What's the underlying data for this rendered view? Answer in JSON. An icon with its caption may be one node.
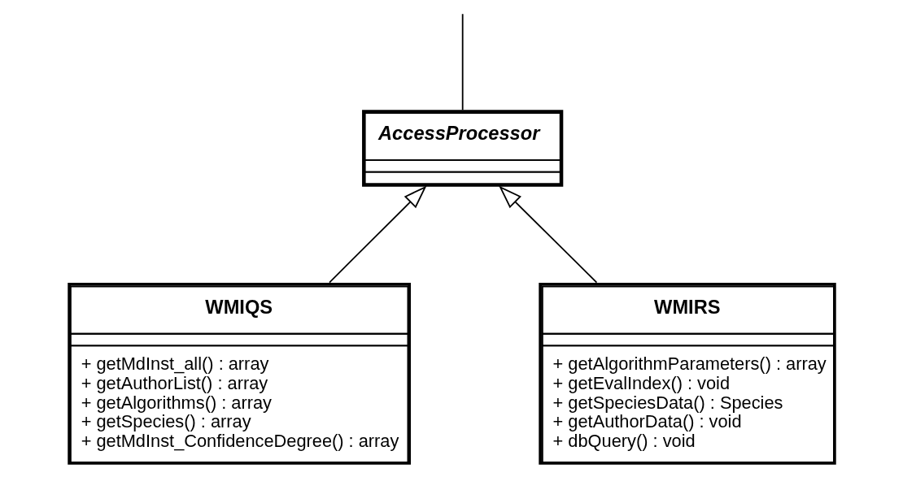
{
  "diagram": {
    "nodes": [
      {
        "text": [
          "AccessProcessor"
        ]
      },
      {
        "text": [
          "WMIQS",
          "+ getMdInst_all() : array",
          "+ getAuthorList() : array",
          "+ getAlgorithms() : array",
          "+ getSpecies() : array",
          "+ getMdInst_ConfidenceDegree() : array"
        ]
      },
      {
        "text": [
          "WMIRS",
          "+ getAlgorithmParameters() : array",
          "+ getEvalIndex() : void",
          "+ getSpeciesData() : Species",
          "+ getAuthorData() : void",
          "+ dbQuery() : void"
        ]
      }
    ],
    "edges": [
      {
        "from": 1,
        "to": 0,
        "arrow": "to"
      },
      {
        "from": 2,
        "to": 0,
        "arrow": "to"
      },
      {
        "from": null,
        "to": 0,
        "arrow": "none"
      }
    ]
  }
}
